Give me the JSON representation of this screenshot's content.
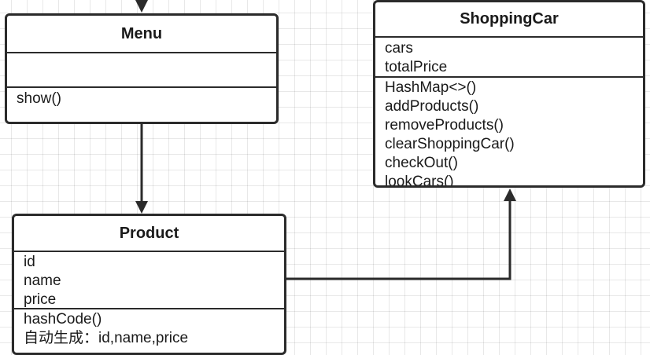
{
  "classes": {
    "menu": {
      "name": "Menu",
      "attributes": [],
      "operations": [
        "show()"
      ]
    },
    "shopping_car": {
      "name": "ShoppingCar",
      "attributes": [
        "cars",
        "totalPrice"
      ],
      "operations": [
        "HashMap<>()",
        "addProducts()",
        "removeProducts()",
        "clearShoppingCar()",
        "checkOut()",
        "lookCars()"
      ]
    },
    "product": {
      "name": "Product",
      "attributes": [
        "id",
        "name",
        "price"
      ],
      "operations": [
        "hashCode()",
        "自动生成：id,name,price"
      ]
    }
  },
  "relations": [
    {
      "from": "menu",
      "to": "product"
    },
    {
      "from": "product",
      "to": "shopping_car"
    }
  ],
  "colors": {
    "stroke": "#2b2b2b",
    "background": "#ffffff",
    "grid": "#e6e6e6",
    "text": "#1a1a1a"
  }
}
